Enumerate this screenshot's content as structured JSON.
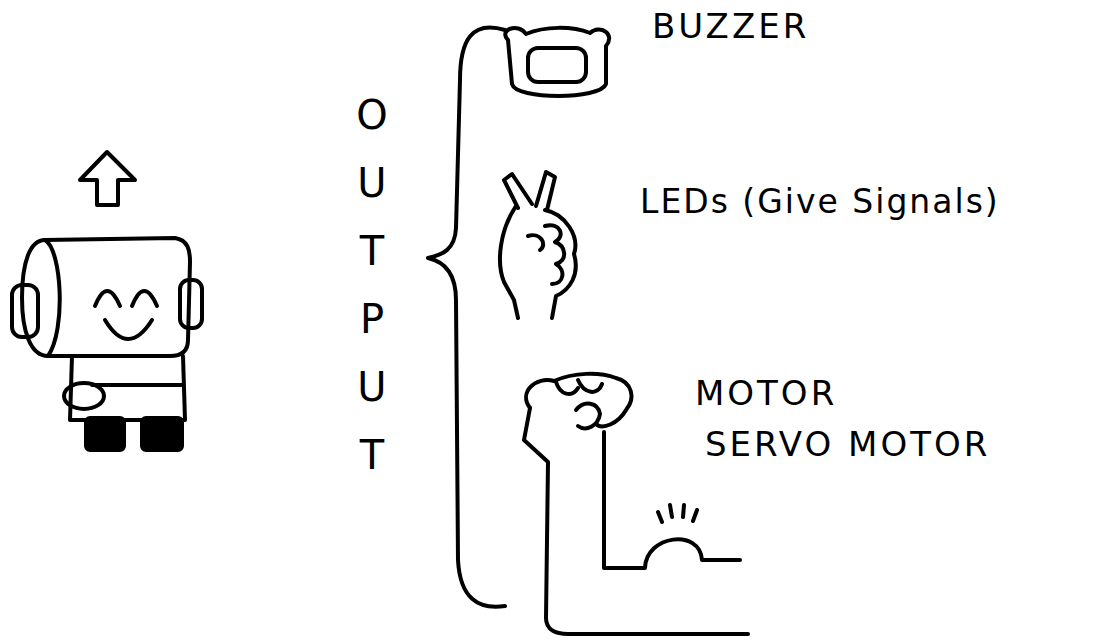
{
  "diagram": {
    "labels": [
      "OUTPUT",
      "BUZZER",
      "LEDs (Give Signals)",
      "MOTOR",
      "SERVO MOTOR"
    ]
  }
}
